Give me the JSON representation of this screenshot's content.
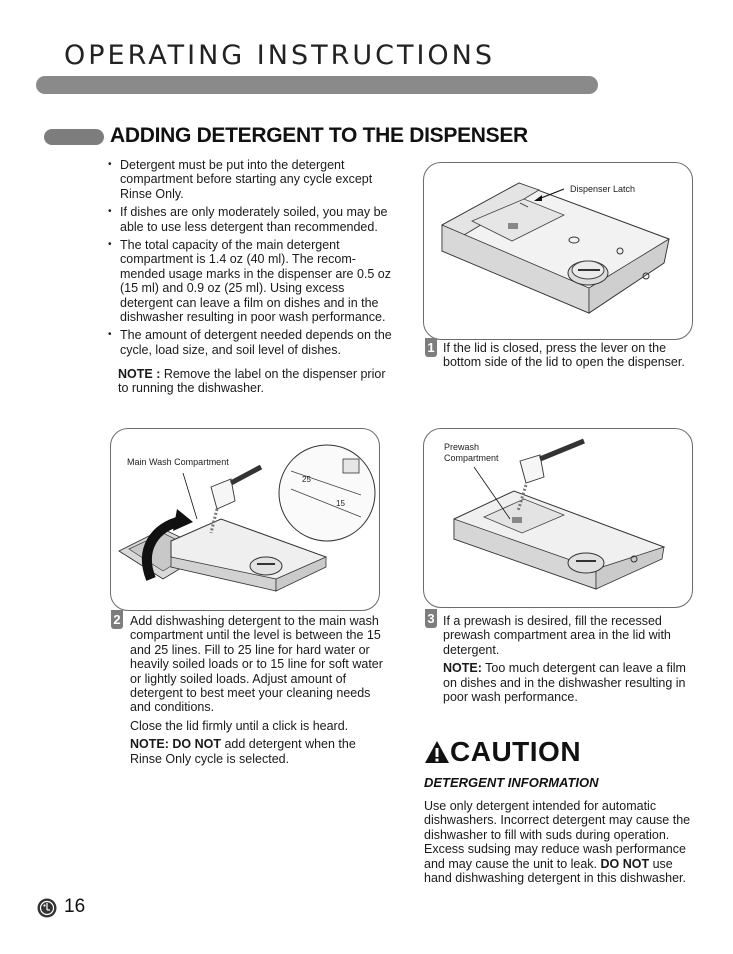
{
  "header": {
    "title": "OPERATING INSTRUCTIONS"
  },
  "section": {
    "title": "ADDING DETERGENT TO THE DISPENSER"
  },
  "bullets": [
    "Detergent must be put into the detergent compartment before starting any cycle except Rinse Only.",
    "If dishes are only moderately soiled, you may be able to use less detergent than recommended.",
    "The total capacity of the main detergent compartment is 1.4 oz (40 ml). The recom-mended usage marks in the dispenser are 0.5 oz (15 ml) and 0.9 oz (25 ml). Using excess detergent can leave a film on dishes and in the dishwasher resulting in poor wash performance.",
    "The amount of detergent needed depends on the cycle, load size, and soil level of dishes."
  ],
  "note": {
    "label": "NOTE :",
    "text": " Remove the label on the dispenser prior to running the dishwasher."
  },
  "step1": {
    "number": "1",
    "label": "Dispenser Latch",
    "text": "If the lid is closed, press the lever on the bottom side of the lid to open the dispenser."
  },
  "step2": {
    "number": "2",
    "label": "Main Wash Compartment",
    "mark_25": "25",
    "mark_15": "15",
    "text": "Add dishwashing detergent to the main wash compartment until the level is between the 15 and 25 lines. Fill to 25 line for hard water or heavily soiled loads or to 15 line for soft water or lightly soiled loads. Adjust amount of detergent to best meet your cleaning needs and conditions.",
    "text2": "Close the lid firmly until a click is heard.",
    "note_label": "NOTE: DO NOT",
    "note_text": " add detergent when the Rinse Only cycle is selected."
  },
  "step3": {
    "number": "3",
    "label_line1": "Prewash",
    "label_line2": "Compartment",
    "text": "If a prewash is desired, fill the recessed prewash compartment area in the lid with detergent.",
    "note_label": "NOTE:",
    "note_text": " Too much detergent can leave a film on dishes and in the dishwasher resulting in poor wash performance."
  },
  "caution": {
    "title": "CAUTION",
    "subtitle": "DETERGENT INFORMATION",
    "text": "Use only detergent intended for automatic dishwashers. Incorrect detergent may cause the dishwasher to fill with suds during operation. Excess sudsing may reduce wash performance and may cause the unit to leak. ",
    "bold": "DO NOT",
    "text_end": " use hand dishwashing detergent in this dishwasher."
  },
  "footer": {
    "page_number": "16",
    "logo_text": "LG"
  }
}
